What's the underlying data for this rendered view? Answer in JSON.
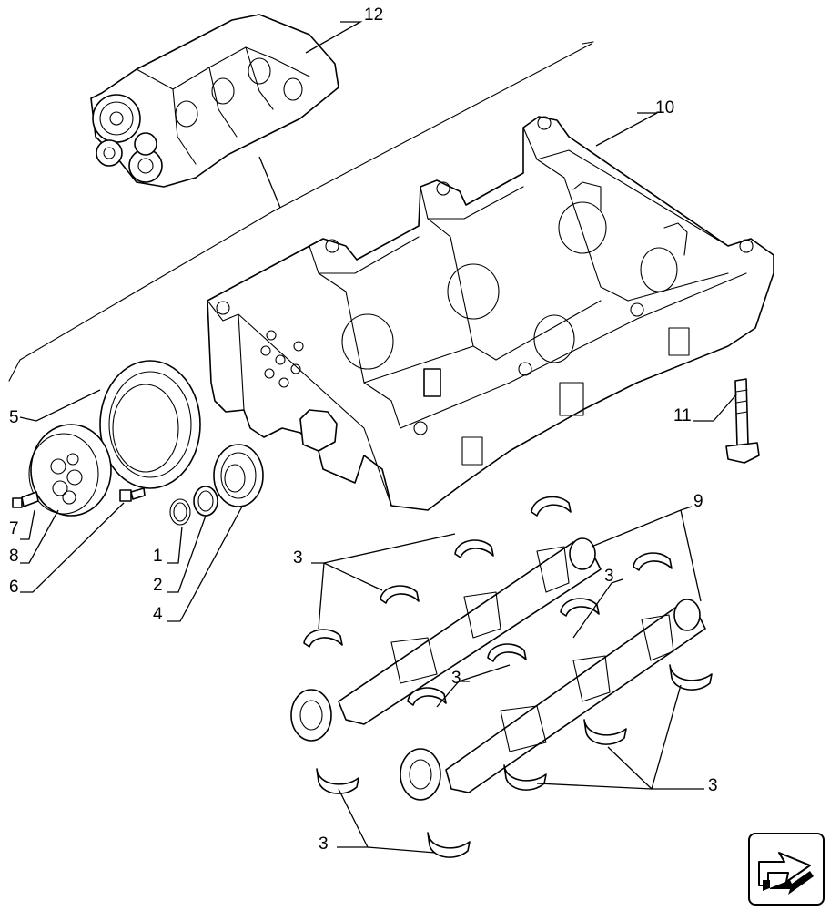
{
  "diagram": {
    "callouts": {
      "c1": "1",
      "c2": "2",
      "c3a": "3",
      "c3b": "3",
      "c3c": "3",
      "c3d": "3",
      "c3e": "3",
      "c4": "4",
      "c5": "5",
      "c6": "6",
      "c7": "7",
      "c8": "8",
      "c9": "9",
      "c10": "10",
      "c11": "11",
      "c12": "12"
    }
  },
  "nav": {
    "icon": "next-page-arrow-icon"
  }
}
